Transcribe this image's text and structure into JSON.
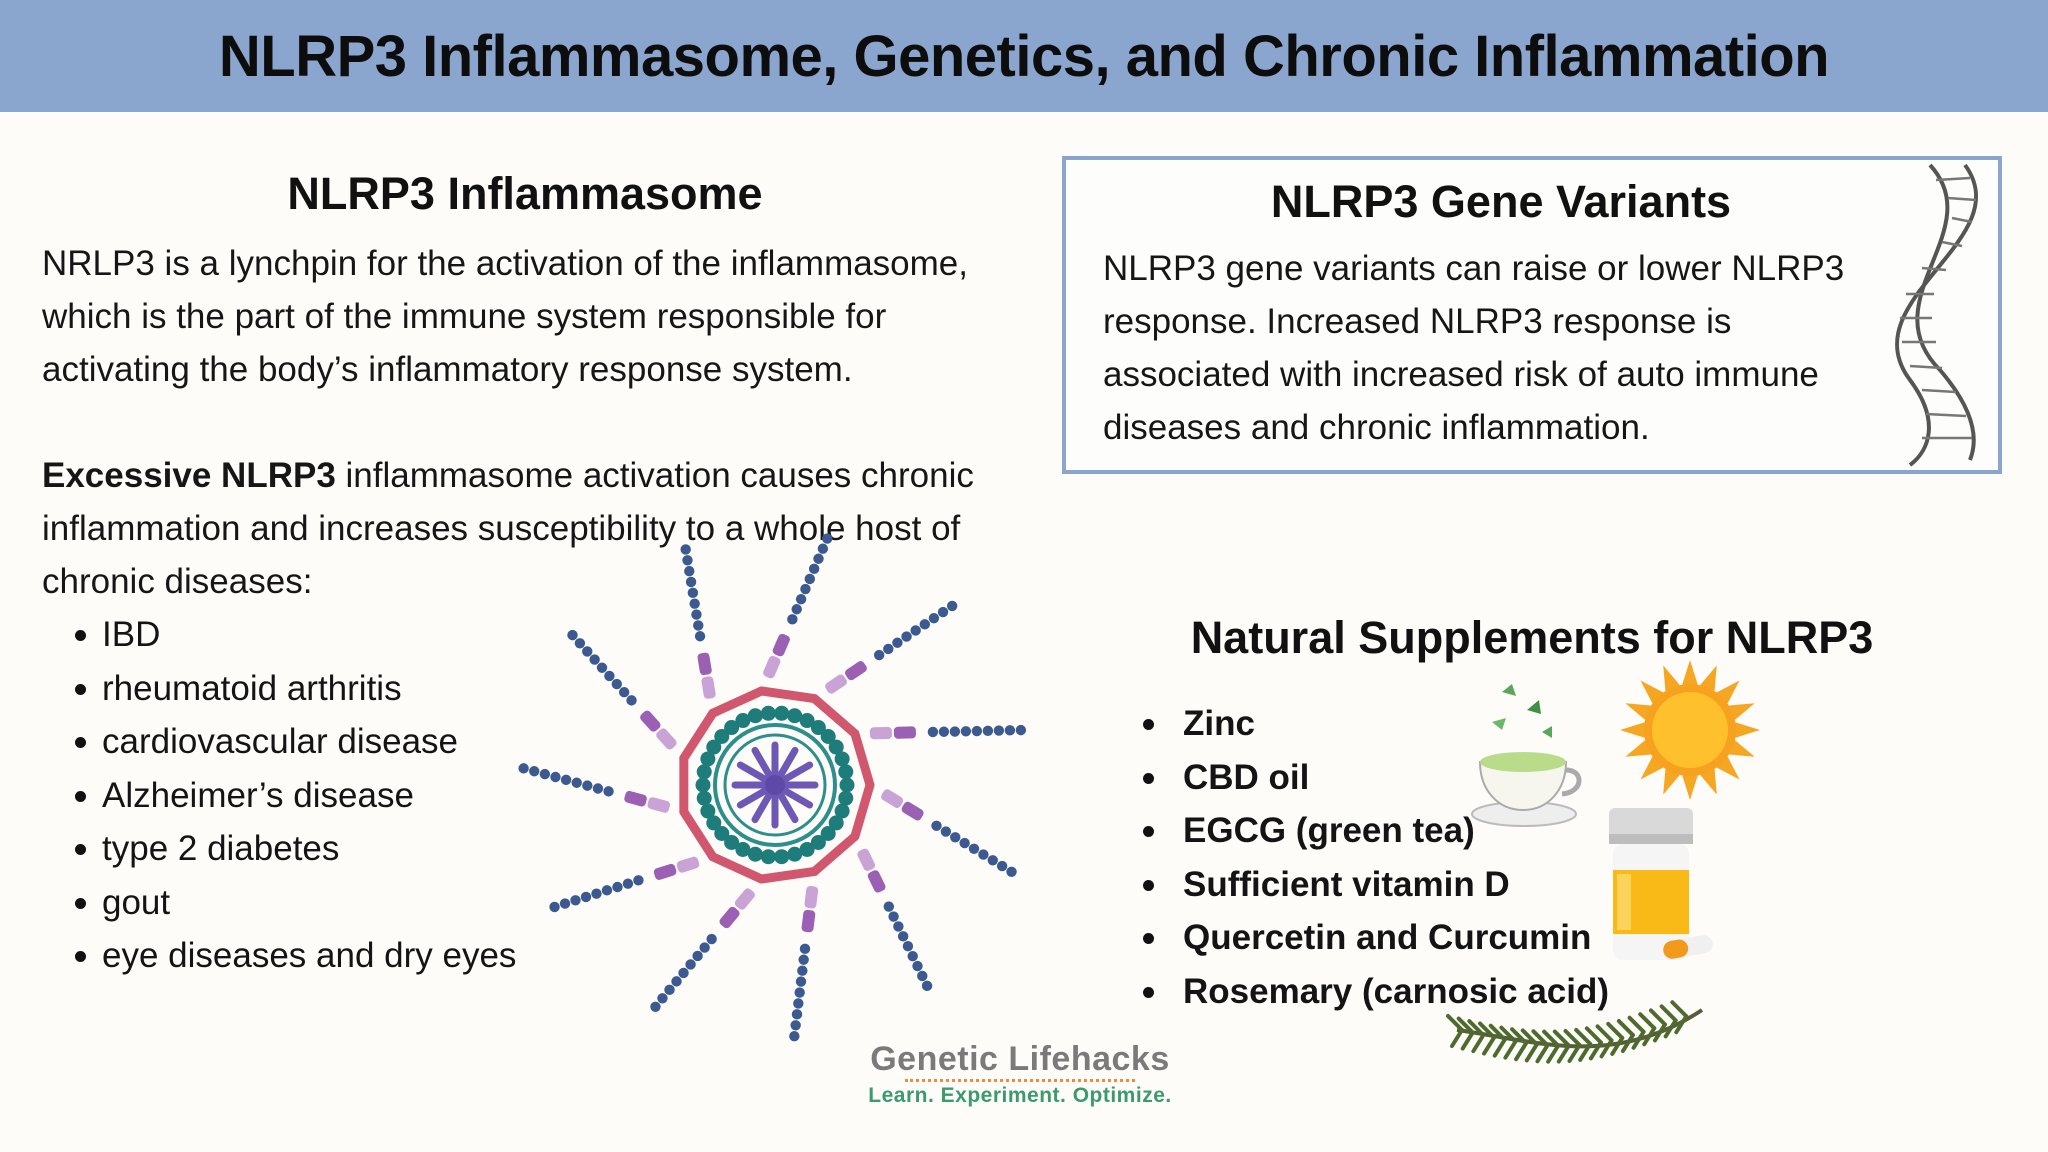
{
  "header": {
    "title": "NLRP3 Inflammasome, Genetics, and Chronic Inflammation"
  },
  "inflammasome": {
    "title": "NLRP3 Inflammasome",
    "intro": "NRLP3 is a lynchpin for the activation of the inflammasome, which is the part of the immune system responsible for activating the body’s inflammatory response system.",
    "excess_bold": "Excessive NLRP3",
    "excess_rest": " inflammasome activation causes chronic inflammation and increases susceptibility to a whole host of chronic diseases:",
    "diseases": [
      "IBD",
      "rheumatoid arthritis",
      "cardiovascular disease",
      "Alzheimer’s disease",
      "type 2 diabetes",
      "gout",
      "eye diseases and dry eyes"
    ]
  },
  "variants": {
    "title": "NLRP3 Gene Variants",
    "text": "NLRP3 gene variants can raise or lower NLRP3 response. Increased NLRP3 response is associated with increased risk of auto immune diseases and chronic inflammation."
  },
  "supplements": {
    "title": "Natural Supplements for NLRP3",
    "items": [
      "Zinc",
      "CBD oil",
      "EGCG (green tea)",
      "Sufficient vitamin D",
      "Quercetin and Curcumin",
      "Rosemary (carnosic acid)"
    ]
  },
  "logo": {
    "brand": "Genetic Lifehacks",
    "tagline": "Learn. Experiment. Optimize."
  },
  "colors": {
    "header_bg": "#8aa6cf",
    "box_border": "#8aa6cf",
    "page_bg": "#fdfcf8"
  }
}
